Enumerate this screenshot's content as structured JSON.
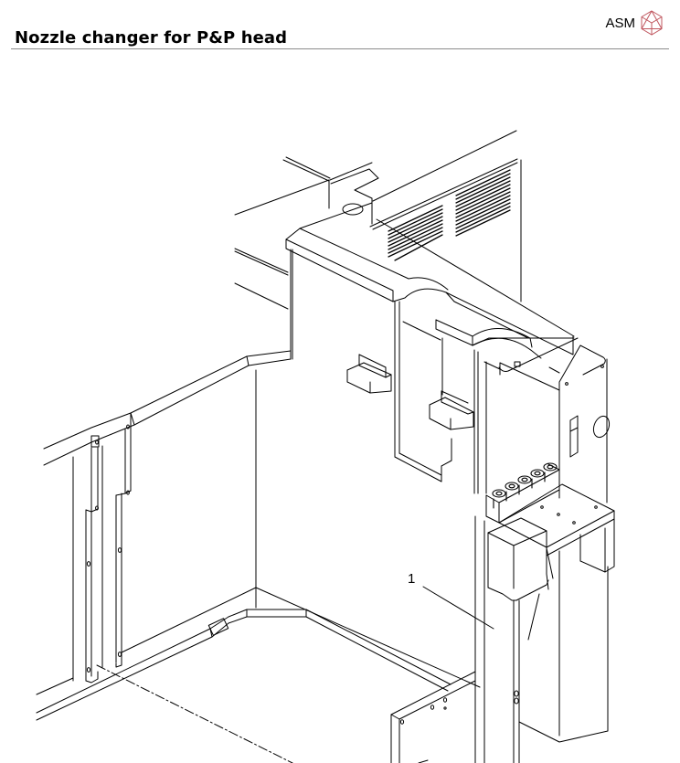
{
  "header": {
    "title": "Nozzle changer for P&P head",
    "brand": {
      "name": "ASM",
      "logo_icon": "asm-hexagon-cube-logo",
      "logo_color": "#c0575f"
    }
  },
  "figure": {
    "type": "isometric technical line drawing",
    "subject": "Nozzle changer mounted on machine frame",
    "callouts": [
      {
        "label": "1",
        "target": "nozzle-changer-column"
      }
    ],
    "nozzle_holder_count": 5,
    "line_color": "#000000"
  }
}
